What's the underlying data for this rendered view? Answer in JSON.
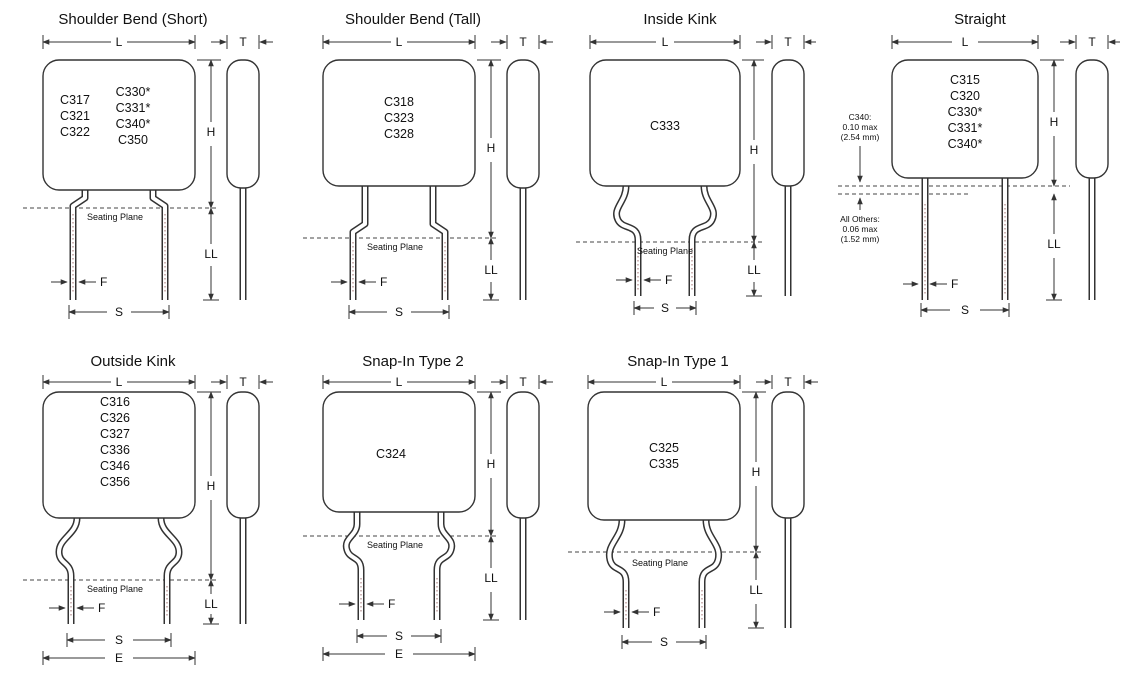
{
  "figure": {
    "background": "#ffffff",
    "line_color": "#333333"
  },
  "dim_labels": {
    "L": "L",
    "T": "T",
    "H": "H",
    "LL": "LL",
    "F": "F",
    "S": "S",
    "E": "E",
    "seating_plane": "Seating Plane"
  },
  "diagrams": [
    {
      "id": "shoulder-bend-short",
      "title": "Shoulder Bend (Short)",
      "parts_left": [
        "C317",
        "C321",
        "C322"
      ],
      "parts_right": [
        "C330*",
        "C331*",
        "C340*",
        "C350"
      ]
    },
    {
      "id": "shoulder-bend-tall",
      "title": "Shoulder Bend (Tall)",
      "parts": [
        "C318",
        "C323",
        "C328"
      ]
    },
    {
      "id": "inside-kink",
      "title": "Inside Kink",
      "parts": [
        "C333"
      ]
    },
    {
      "id": "straight",
      "title": "Straight",
      "parts": [
        "C315",
        "C320",
        "C330*",
        "C331*",
        "C340*"
      ],
      "note_c340": [
        "C340:",
        "0.10 max",
        "(2.54 mm)"
      ],
      "note_others": [
        "All Others:",
        "0.06 max",
        "(1.52 mm)"
      ]
    },
    {
      "id": "outside-kink",
      "title": "Outside Kink",
      "parts": [
        "C316",
        "C326",
        "C327",
        "C336",
        "C346",
        "C356"
      ]
    },
    {
      "id": "snap-in-type-2",
      "title": "Snap-In Type 2",
      "parts": [
        "C324"
      ]
    },
    {
      "id": "snap-in-type-1",
      "title": "Snap-In Type 1",
      "parts": [
        "C325",
        "C335"
      ]
    }
  ]
}
